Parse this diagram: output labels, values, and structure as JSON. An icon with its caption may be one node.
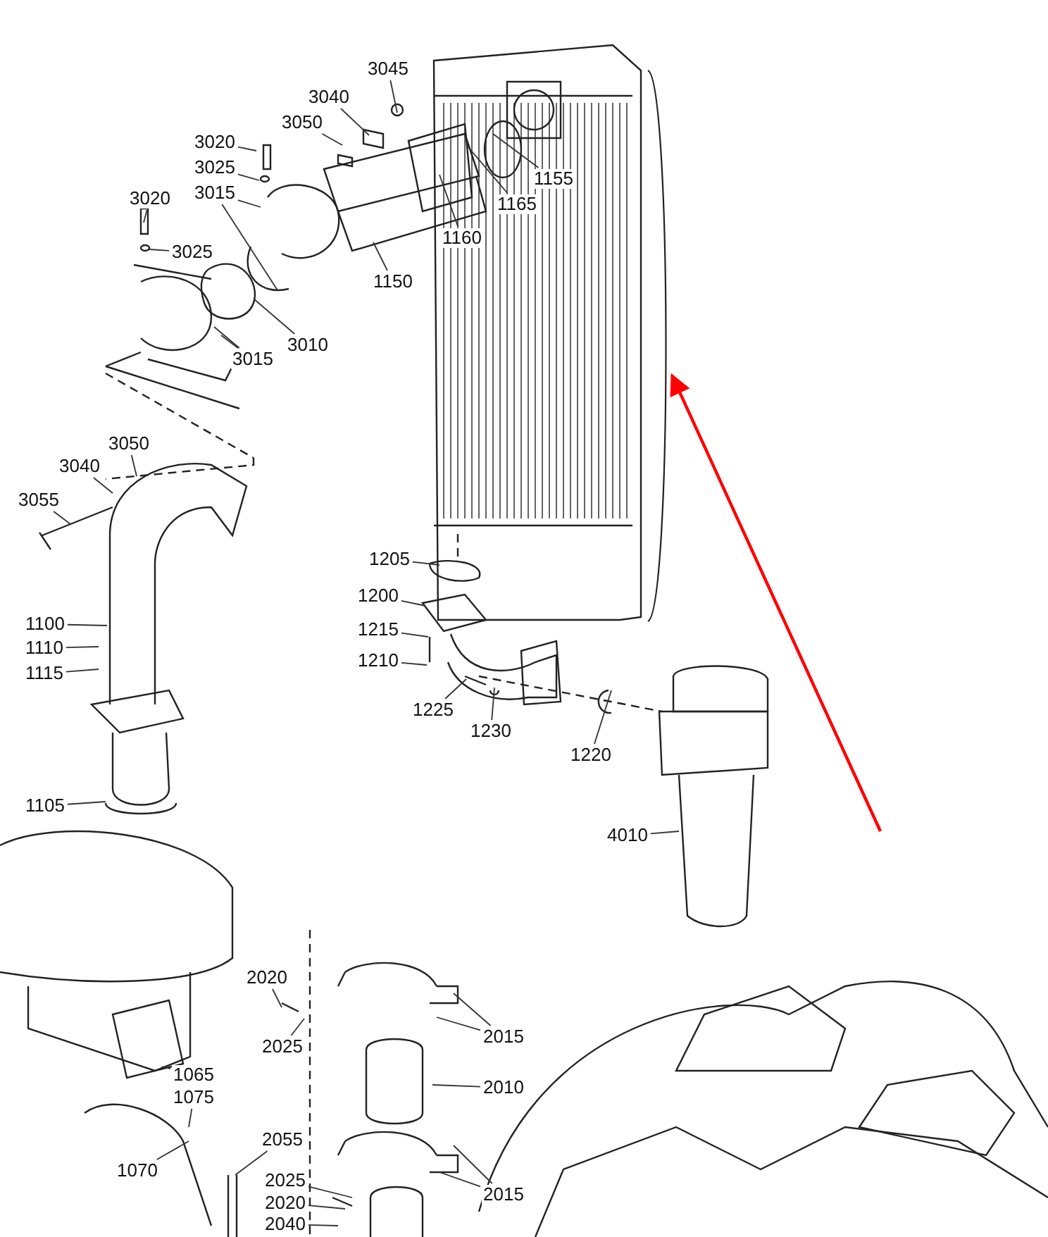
{
  "diagram": {
    "nodes": [
      {
        "text": [],
        "shape": "picture"
      },
      {
        "text": [
          "3045"
        ]
      },
      {
        "text": [
          "3040"
        ]
      },
      {
        "text": [
          "3050"
        ]
      },
      {
        "text": [
          "3020"
        ]
      },
      {
        "text": [
          "3025"
        ]
      },
      {
        "text": [
          "3015"
        ]
      },
      {
        "text": [
          "1155"
        ]
      },
      {
        "text": [
          "1165"
        ]
      },
      {
        "text": [
          "3020"
        ]
      },
      {
        "text": [
          "1160"
        ]
      },
      {
        "text": [
          "3025"
        ]
      },
      {
        "text": [
          "1150"
        ]
      },
      {
        "text": [
          "3010"
        ]
      },
      {
        "text": [
          "3015"
        ]
      },
      {
        "text": [
          "3050"
        ]
      },
      {
        "text": [
          "3040"
        ]
      },
      {
        "text": [
          "3055"
        ]
      },
      {
        "text": [
          "1205"
        ]
      },
      {
        "text": [
          "1200"
        ]
      },
      {
        "text": [
          "1100"
        ]
      },
      {
        "text": [
          "1215"
        ]
      },
      {
        "text": [
          "1110"
        ]
      },
      {
        "text": [
          "1210"
        ]
      },
      {
        "text": [
          "1115"
        ]
      },
      {
        "text": [
          "1225"
        ]
      },
      {
        "text": [
          "1230"
        ]
      },
      {
        "text": [
          "1220"
        ]
      },
      {
        "text": [
          "1105"
        ]
      },
      {
        "text": [
          "4010"
        ]
      },
      {
        "text": [
          "2020"
        ]
      },
      {
        "text": [
          "2015"
        ]
      },
      {
        "text": [
          "2025"
        ]
      },
      {
        "text": [
          "1065"
        ]
      },
      {
        "text": [
          "2010"
        ]
      },
      {
        "text": [
          "1075"
        ]
      },
      {
        "text": [
          "2055"
        ]
      },
      {
        "text": [
          "1070"
        ]
      },
      {
        "text": [
          "2025"
        ]
      },
      {
        "text": [
          "2015"
        ]
      },
      {
        "text": [
          "2020"
        ]
      },
      {
        "text": [
          "2040"
        ]
      }
    ],
    "edges": [
      {
        "from": null,
        "to": 0,
        "arrow": "to",
        "color": "#ff0000"
      },
      {
        "from": 1,
        "to": null,
        "arrow": "none"
      },
      {
        "from": 2,
        "to": null,
        "arrow": "none"
      },
      {
        "from": 3,
        "to": null,
        "arrow": "none"
      },
      {
        "from": 4,
        "to": null,
        "arrow": "none"
      },
      {
        "from": 5,
        "to": null,
        "arrow": "none"
      },
      {
        "from": 6,
        "to": null,
        "arrow": "none"
      },
      {
        "from": 6,
        "to": null,
        "arrow": "none"
      },
      {
        "from": 7,
        "to": null,
        "arrow": "none"
      },
      {
        "from": 8,
        "to": null,
        "arrow": "none"
      },
      {
        "from": 9,
        "to": null,
        "arrow": "none"
      },
      {
        "from": 10,
        "to": null,
        "arrow": "none"
      },
      {
        "from": 11,
        "to": null,
        "arrow": "none"
      },
      {
        "from": 12,
        "to": null,
        "arrow": "none"
      },
      {
        "from": 13,
        "to": null,
        "arrow": "none"
      },
      {
        "from": 14,
        "to": null,
        "arrow": "none"
      },
      {
        "from": 14,
        "to": null,
        "arrow": "none"
      },
      {
        "from": 15,
        "to": null,
        "arrow": "none"
      },
      {
        "from": 16,
        "to": null,
        "arrow": "none"
      },
      {
        "from": 17,
        "to": null,
        "arrow": "none"
      },
      {
        "from": 18,
        "to": null,
        "arrow": "none"
      },
      {
        "from": 19,
        "to": null,
        "arrow": "none"
      },
      {
        "from": 20,
        "to": null,
        "arrow": "none"
      },
      {
        "from": 21,
        "to": null,
        "arrow": "none"
      },
      {
        "from": 22,
        "to": null,
        "arrow": "none"
      },
      {
        "from": 23,
        "to": null,
        "arrow": "none"
      },
      {
        "from": 24,
        "to": null,
        "arrow": "none"
      },
      {
        "from": 25,
        "to": null,
        "arrow": "none"
      },
      {
        "from": 26,
        "to": null,
        "arrow": "none"
      },
      {
        "from": 27,
        "to": null,
        "arrow": "none"
      },
      {
        "from": 28,
        "to": null,
        "arrow": "none"
      },
      {
        "from": 29,
        "to": null,
        "arrow": "none"
      },
      {
        "from": 30,
        "to": null,
        "arrow": "none"
      },
      {
        "from": 31,
        "to": null,
        "arrow": "none"
      },
      {
        "from": 31,
        "to": null,
        "arrow": "none"
      },
      {
        "from": 32,
        "to": null,
        "arrow": "none"
      },
      {
        "from": 33,
        "to": null,
        "arrow": "none"
      },
      {
        "from": 34,
        "to": null,
        "arrow": "none"
      },
      {
        "from": 35,
        "to": null,
        "arrow": "none"
      },
      {
        "from": 36,
        "to": null,
        "arrow": "none"
      },
      {
        "from": 37,
        "to": null,
        "arrow": "none"
      },
      {
        "from": 38,
        "to": null,
        "arrow": "none"
      },
      {
        "from": 39,
        "to": null,
        "arrow": "none"
      },
      {
        "from": 39,
        "to": null,
        "arrow": "none"
      },
      {
        "from": 40,
        "to": null,
        "arrow": "none"
      },
      {
        "from": 41,
        "to": null,
        "arrow": "none"
      }
    ]
  }
}
